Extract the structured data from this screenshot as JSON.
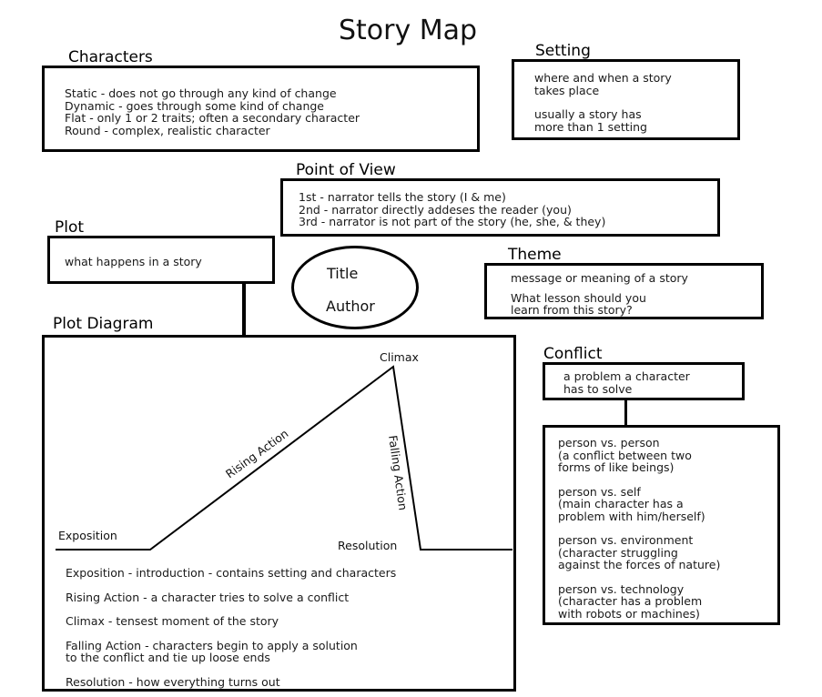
{
  "title": "Story Map",
  "characters": {
    "heading": "Characters",
    "lines": [
      "Static -  does not go through any kind of change",
      "Dynamic - goes through some kind of change",
      "Flat - only 1 or 2 traits; often a secondary character",
      "Round - complex, realistic character"
    ]
  },
  "setting": {
    "heading": "Setting",
    "line1": "where and when a story",
    "line2": "takes place",
    "line3": "usually a story has",
    "line4": "more than 1 setting"
  },
  "point_of_view": {
    "heading": "Point of View",
    "lines": [
      "1st - narrator tells the story (I & me)",
      "2nd - narrator directly addeses the reader (you)",
      "3rd - narrator is not part of the story (he, she, & they)"
    ]
  },
  "plot": {
    "heading": "Plot",
    "text": "what happens in a story"
  },
  "title_author": {
    "title": "Title",
    "author": "Author"
  },
  "theme": {
    "heading": "Theme",
    "line1": "message or meaning of a story",
    "line2": "What lesson should you",
    "line3": "learn from this story?"
  },
  "plot_diagram": {
    "heading": "Plot Diagram",
    "labels": {
      "climax": "Climax",
      "rising_action": "Rising Action",
      "falling_action": "Falling Action",
      "exposition": "Exposition",
      "resolution": "Resolution"
    },
    "definitions": [
      "Exposition - introduction - contains setting and characters",
      "Rising Action - a character tries to solve a conflict",
      "Climax - tensest moment of the story",
      "Falling Action - characters begin to apply a solution",
      "to the conflict and tie up loose ends",
      "Resolution - how everything turns out"
    ]
  },
  "conflict": {
    "heading": "Conflict",
    "definition_line1": "a problem a character",
    "definition_line2": "has to solve",
    "types": [
      [
        "person vs. person",
        "(a conflict between two",
        "forms of like beings)"
      ],
      [
        "person vs. self",
        "(main character has a",
        "problem with him/herself)"
      ],
      [
        "person vs. environment",
        "(character struggling",
        "against the forces of nature)"
      ],
      [
        "person vs. technology",
        "(character has a problem",
        "with robots or machines)"
      ]
    ]
  }
}
